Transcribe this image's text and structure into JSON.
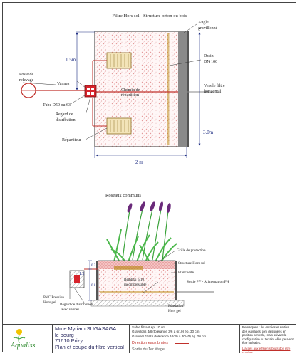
{
  "plan": {
    "title": "Filtre Hors sol - Structure béton ou bois",
    "labels": {
      "angle": "Angle",
      "gravillonne": "gravillonné",
      "drain": "Drain",
      "drain_dn": "DN 100",
      "poste_1": "Poste de",
      "poste_2": "relevage",
      "vannes": "Vannes",
      "chemin_1": "Chemin de",
      "chemin_2": "répartition",
      "vers_1": "Vers le filtre",
      "vers_2": "horizontal",
      "tube": "Tube D50 ou 63",
      "regard_1": "Regard de",
      "regard_2": "distribution",
      "repartiteur": "Répartiteur"
    },
    "dimensions": {
      "left": "1.5m",
      "right": "3.0m",
      "bottom": "2 m"
    }
  },
  "section": {
    "title": "Roseaux communs",
    "labels": {
      "grille": "Grille de protection",
      "structure": "Structure Hors sol",
      "etancheite": "Etanchéité",
      "sortie": "Sortie PV - Alimentation FH",
      "remblai_1": "Remblai 6/10",
      "remblai_2": "incompressible",
      "pvc_1": "PVC Pression",
      "pvc_2": "Hors gel",
      "regard_1": "Regard de distribution",
      "regard_2": "avec vannes",
      "fondation_1": "Fondation",
      "fondation_2": "Hors gel"
    },
    "dimensions": {
      "total": "1.2",
      "upper": "0.3",
      "lower": "0.8"
    }
  },
  "title_block": {
    "logo_text": "Aqualiss",
    "owner_name": "Mme Myriam SUGASAGA",
    "address_1": "le bourg",
    "address_2": "71610 Prizy",
    "drawing_title": "Plan et coupe du filtre vertical",
    "specs": [
      "Sable filtrant ép. 10 cm",
      "Gravillons 4/8 (tolérance 3/6 à 6/10) ép. 30 cm",
      "Graviers 15/25 (tolérance 10/20 à 20/40) ép. 20 cm"
    ],
    "legend_1": "Direction eaux brutes",
    "legend_2": "Sortie du 1er étage",
    "remarks": "Remarques : les entrées et sorties des ouvrages sont dessinées en position centrale, mais suivant la configuration du terrain, elles peuvent être latérales.",
    "access": "L'accès aux effluents bruts doit être protégé."
  },
  "colors": {
    "pipe": "#c0302b",
    "gravel": "#e9a0a0",
    "drain": "#b8860b",
    "dims": "#1a2a80",
    "reed": "#6a2a7a",
    "leaf": "#3aa23a"
  }
}
